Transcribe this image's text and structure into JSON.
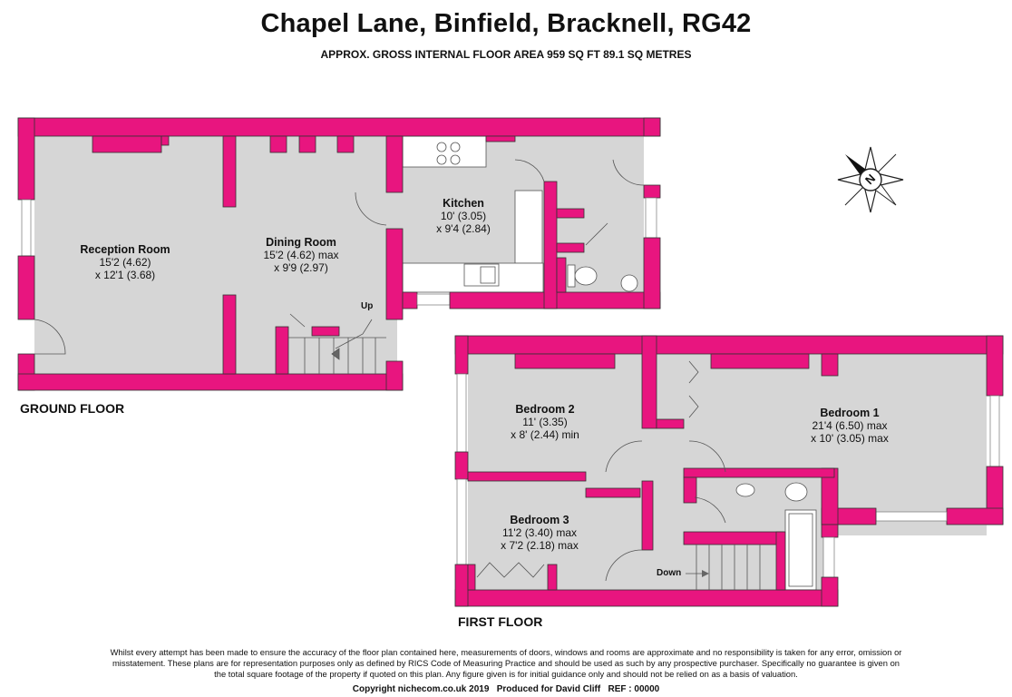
{
  "header": {
    "title": "Chapel Lane, Binfield, Bracknell, RG42",
    "subtitle": "APPROX. GROSS INTERNAL FLOOR AREA 959 SQ FT 89.1 SQ METRES"
  },
  "floors": {
    "ground": {
      "label": "GROUND FLOOR",
      "rooms": [
        {
          "name": "Reception Room",
          "dim1": "15'2 (4.62)",
          "dim2": "x 12'1 (3.68)"
        },
        {
          "name": "Dining Room",
          "dim1": "15'2 (4.62) max",
          "dim2": "x 9'9 (2.97)"
        },
        {
          "name": "Kitchen",
          "dim1": "10' (3.05)",
          "dim2": "x 9'4 (2.84)"
        }
      ],
      "stairs_label": "Up"
    },
    "first": {
      "label": "FIRST FLOOR",
      "rooms": [
        {
          "name": "Bedroom 2",
          "dim1": "11' (3.35)",
          "dim2": "x 8' (2.44) min"
        },
        {
          "name": "Bedroom 1",
          "dim1": "21'4 (6.50) max",
          "dim2": "x 10' (3.05) max"
        },
        {
          "name": "Bedroom 3",
          "dim1": "11'2 (3.40) max",
          "dim2": "x 7'2 (2.18) max"
        }
      ],
      "stairs_label": "Down"
    }
  },
  "compass": {
    "letter": "N"
  },
  "colors": {
    "wall": "#e8157f",
    "floor": "#d6d6d6",
    "outline": "#333333"
  },
  "disclaimer": "Whilst every attempt has been made to ensure the accuracy of the floor plan contained here, measurements of doors, windows and rooms are approximate and no responsibility is taken for any error, omission or misstatement. These plans are for representation purposes only as defined by RICS Code of Measuring Practice and should be used as such by any prospective purchaser. Specifically no guarantee is given on the total square footage of the property if quoted on this plan. Any figure given is for initial guidance only and should not be relied on as a basis of valuation.",
  "footer": "Copyright nichecom.co.uk 2019   Produced for David Cliff   REF : 00000"
}
